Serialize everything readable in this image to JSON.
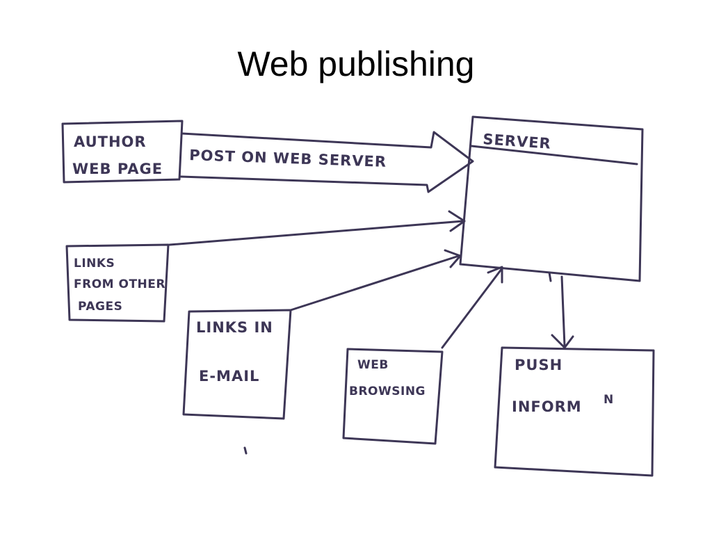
{
  "title": "Web publishing",
  "colors": {
    "ink": "#3d3656",
    "background": "#ffffff",
    "title_text": "#000000"
  },
  "boxes": {
    "author": {
      "line1": "AUTHOR",
      "line2": "WEB PAGE"
    },
    "server": {
      "label": "SERVER"
    },
    "links_other": {
      "line1": "LINKS",
      "line2": "FROM OTHER",
      "line3": "PAGES"
    },
    "links_email": {
      "line1": "LINKS IN",
      "line2": "E-MAIL"
    },
    "web_browsing": {
      "line1": "WEB",
      "line2": "BROWSING"
    },
    "push": {
      "line1": "PUSH",
      "line2": "INFORM",
      "sup": "N"
    }
  },
  "arrows": {
    "post": {
      "label": "POST ON WEB SERVER"
    }
  }
}
